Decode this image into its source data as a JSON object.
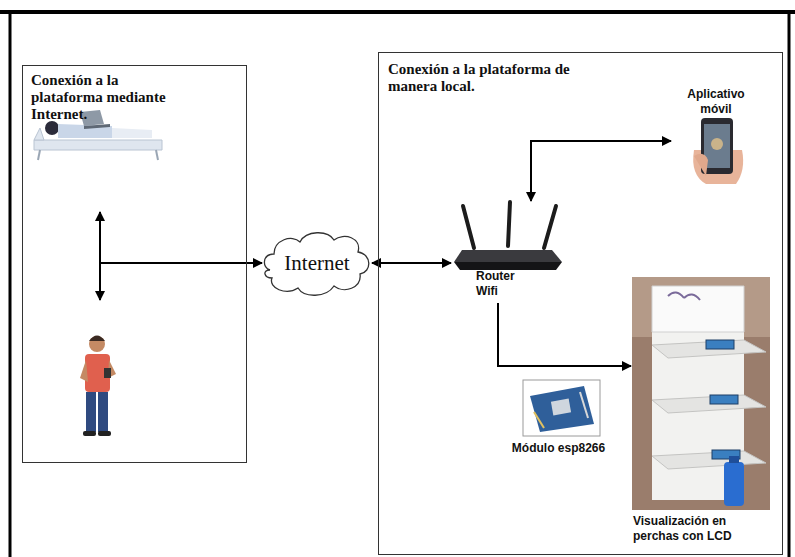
{
  "diagram": {
    "nodes": [
      {
        "text": [
          "Conexión a la plataforma mediante Internet."
        ]
      },
      {
        "text": [
          "Internet"
        ]
      },
      {
        "text": [
          "Conexión a la plataforma de manera local."
        ]
      },
      {
        "text": [
          "Aplicativo móvil"
        ],
        "in": 2
      },
      {
        "text": [
          "Router Wifi"
        ],
        "in": 2
      },
      {
        "text": [
          "Módulo esp8266"
        ],
        "in": 2
      },
      {
        "text": [
          "Visualización en perchas con LCD"
        ],
        "in": 2
      }
    ],
    "edges": [
      {
        "from": 0,
        "to": 1,
        "arrow": "to"
      },
      {
        "from": 1,
        "to": 4,
        "arrow": "both"
      },
      {
        "from": 3,
        "to": 4,
        "arrow": "both"
      },
      {
        "from": 4,
        "to": 6,
        "arrow": "to"
      }
    ]
  }
}
